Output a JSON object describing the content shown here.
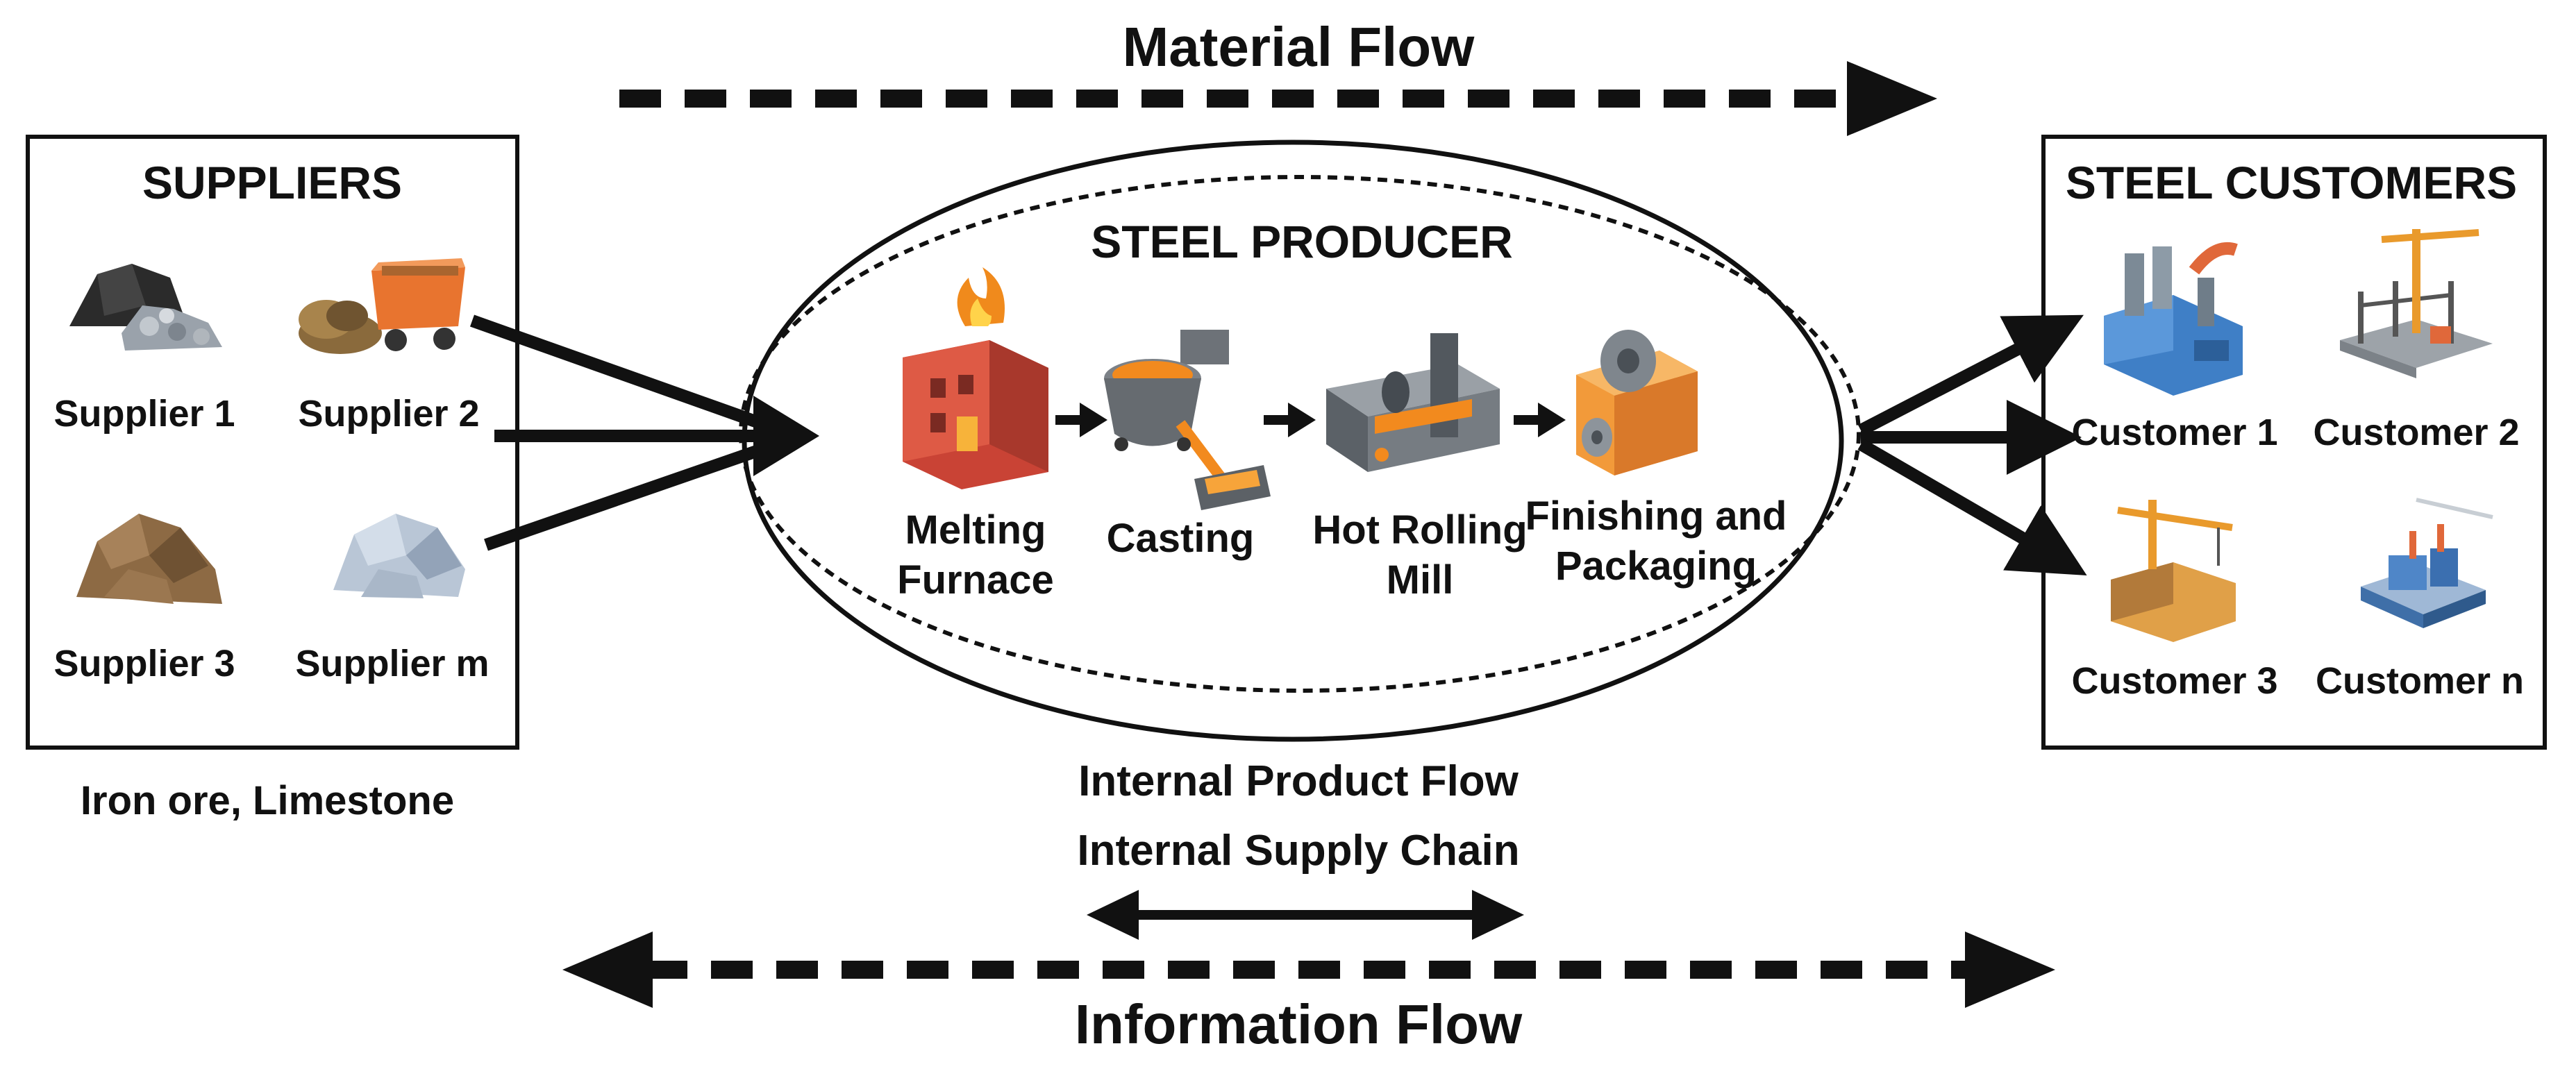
{
  "material_flow": "Material Flow",
  "information_flow": "Information Flow",
  "suppliers": {
    "title": "SUPPLIERS",
    "items": [
      "Supplier 1",
      "Supplier 2",
      "Supplier 3",
      "Supplier m"
    ],
    "materials": "Iron ore, Limestone"
  },
  "producer": {
    "title": "STEEL PRODUCER",
    "steps": [
      {
        "line1": "Melting",
        "line2": "Furnace"
      },
      {
        "line1": "Casting",
        "line2": ""
      },
      {
        "line1": "Hot Rolling",
        "line2": "Mill"
      },
      {
        "line1": "Finishing and",
        "line2": "Packaging"
      }
    ]
  },
  "customers": {
    "title": "STEEL CUSTOMERS",
    "items": [
      "Customer 1",
      "Customer 2",
      "Customer 3",
      "Customer n"
    ]
  },
  "internal": {
    "line1": "Internal Product Flow",
    "line2": "Internal Supply Chain"
  },
  "icons": [
    "coal-pile-icon",
    "ore-cart-icon",
    "rock-pile-icon",
    "stone-pile-icon",
    "furnace-icon",
    "ladle-icon",
    "rolling-mill-icon",
    "coil-package-icon",
    "factory-icon",
    "construction-site-icon",
    "crane-building-icon",
    "industrial-plant-icon"
  ],
  "colors": {
    "ink": "#111111",
    "molten": "#f28a1e",
    "furnace_red": "#d9483b",
    "steel_blue": "#4d86c6",
    "crane_orange": "#e99a2c"
  }
}
